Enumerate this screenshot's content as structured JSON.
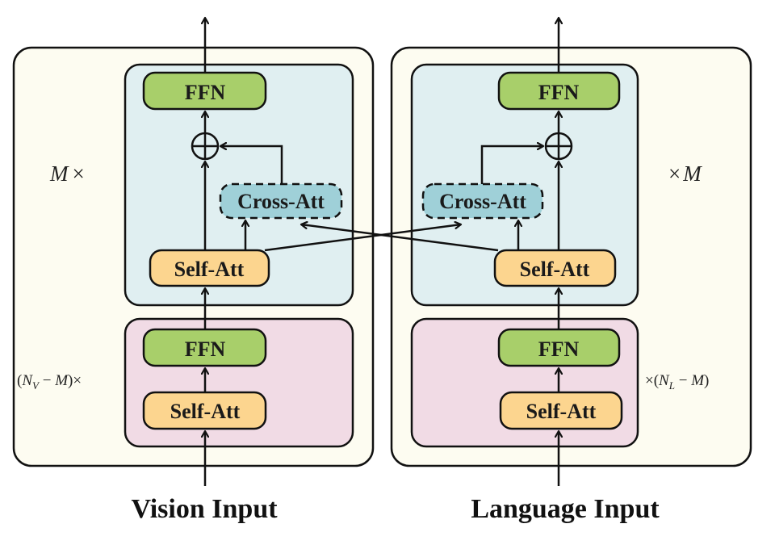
{
  "colors": {
    "outer_panel": "#fdfcf1",
    "cross_block": "#e0eff1",
    "encoder_block": "#f1dbe5",
    "ffn": "#a8cf6a",
    "self_att": "#fcd58f",
    "cross_att": "#9fd0d8",
    "stroke": "#111111"
  },
  "vision": {
    "caption": "Vision Input",
    "repeat_top": {
      "var": "M",
      "times": "×"
    },
    "repeat_bottom": {
      "open": "(",
      "var": "N",
      "sub": "V",
      "minus": " − ",
      "var2": "M",
      "close": ")",
      "times": "×"
    },
    "cross_block": {
      "ffn": "FFN",
      "cross_att": "Cross-Att",
      "self_att": "Self-Att"
    },
    "encoder_block": {
      "ffn": "FFN",
      "self_att": "Self-Att"
    }
  },
  "language": {
    "caption": "Language Input",
    "repeat_top": {
      "var": "M",
      "times": "×"
    },
    "repeat_bottom": {
      "open": "(",
      "var": "N",
      "sub": "L",
      "minus": " − ",
      "var2": "M",
      "close": ")",
      "times": "×"
    },
    "cross_block": {
      "ffn": "FFN",
      "cross_att": "Cross-Att",
      "self_att": "Self-Att"
    },
    "encoder_block": {
      "ffn": "FFN",
      "self_att": "Self-Att"
    }
  }
}
